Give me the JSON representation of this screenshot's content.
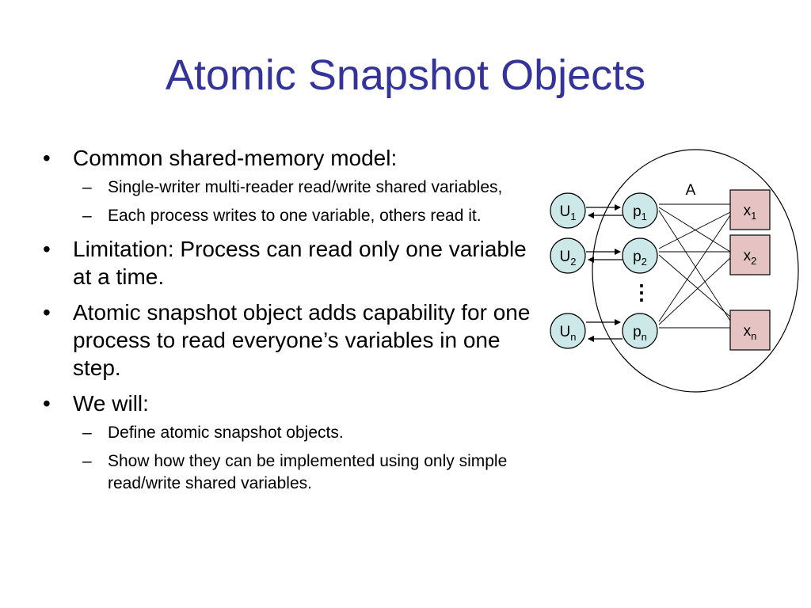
{
  "title": "Atomic Snapshot Objects",
  "bullets": [
    {
      "text": "Common shared-memory model:",
      "sub": [
        "Single-writer multi-reader read/write shared variables,",
        "Each process writes to one variable, others read it."
      ]
    },
    {
      "text": "Limitation:  Process can read only one variable at a time.",
      "sub": []
    },
    {
      "text": "Atomic snapshot object adds capability for one process to read everyone’s variables in one step.",
      "sub": []
    },
    {
      "text": "We will:",
      "sub": [
        "Define atomic snapshot objects.",
        "Show how they can be implemented using only simple read/write shared variables."
      ]
    }
  ],
  "bullet_glyph": "•",
  "sub_bullet_glyph": "–",
  "diagram": {
    "object_label": "A",
    "users": [
      {
        "base": "U",
        "index": "1"
      },
      {
        "base": "U",
        "index": "2"
      },
      {
        "base": "U",
        "index": "n"
      }
    ],
    "processes": [
      {
        "base": "p",
        "index": "1"
      },
      {
        "base": "p",
        "index": "2"
      },
      {
        "base": "p",
        "index": "n"
      }
    ],
    "variables": [
      {
        "base": "x",
        "index": "1"
      },
      {
        "base": "x",
        "index": "2"
      },
      {
        "base": "x",
        "index": "n"
      }
    ],
    "ellipsis": "⋮",
    "colors": {
      "circle_fill": "#cce8e8",
      "box_fill": "#e6c3c3",
      "title": "#333399"
    }
  }
}
